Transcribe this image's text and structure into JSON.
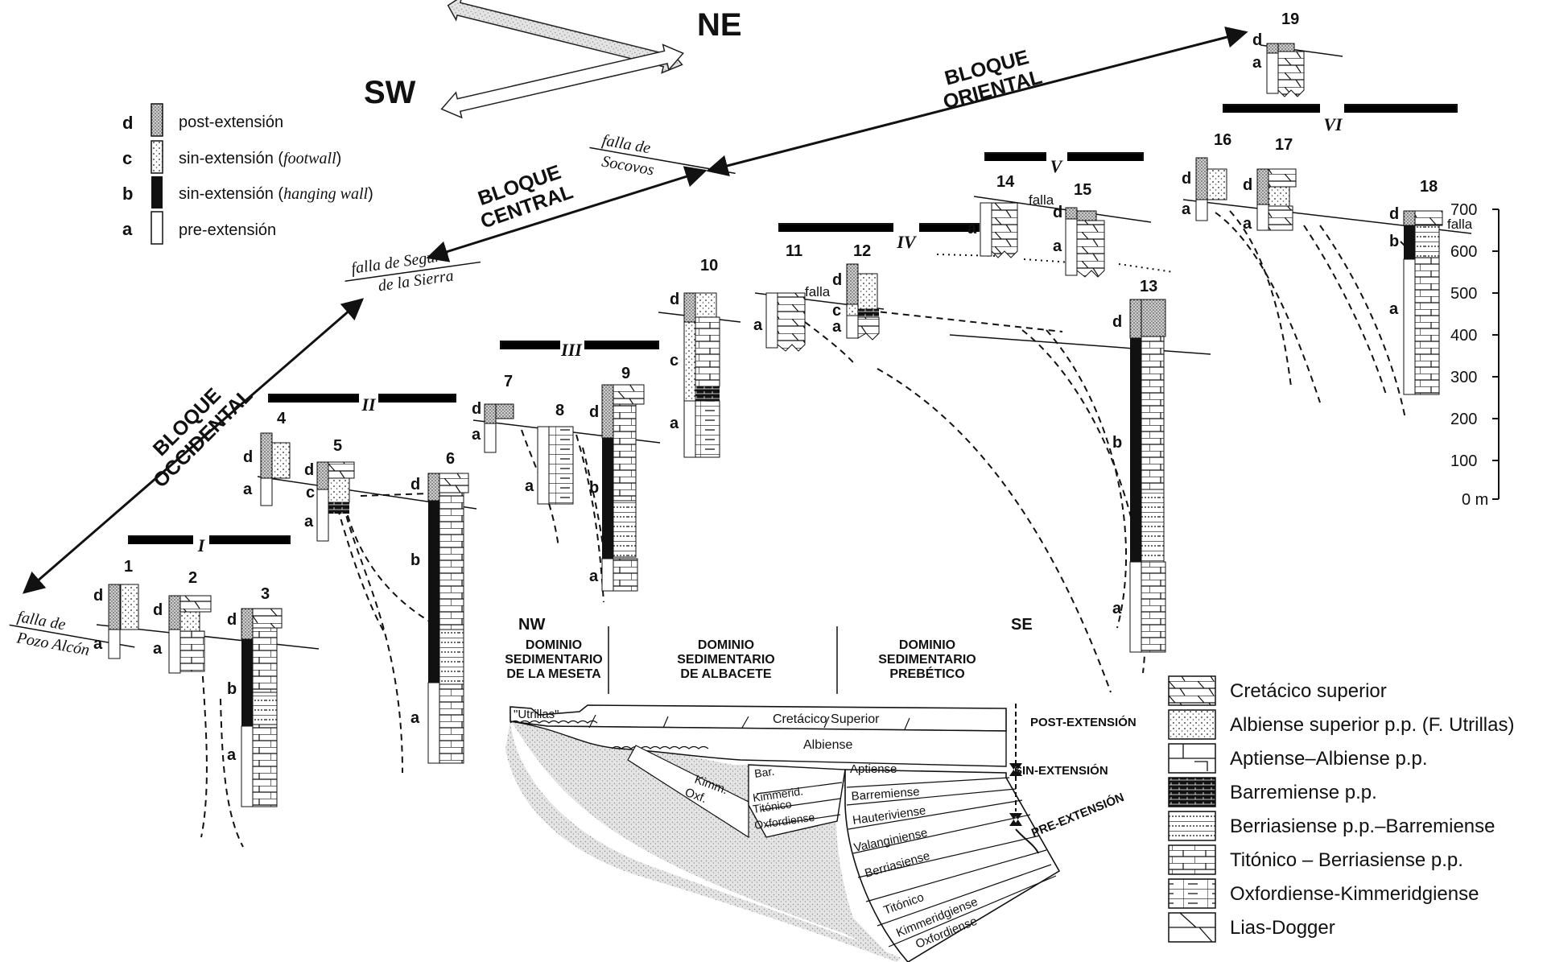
{
  "compass": {
    "ne": "NE",
    "sw": "SW"
  },
  "intervals": [
    {
      "letter": "d",
      "label": "post-extensión",
      "extra": ""
    },
    {
      "letter": "c",
      "label": "sin-extensión (",
      "extra": "footwall"
    },
    {
      "letter": "b",
      "label": "sin-extensión (",
      "extra": "hanging wall"
    },
    {
      "letter": "a",
      "label": "pre-extensión",
      "extra": ""
    }
  ],
  "close_paren": ")",
  "blocks": {
    "occidental": [
      "BLOQUE",
      "OCCIDENTAL"
    ],
    "central": [
      "BLOQUE",
      "CENTRAL"
    ],
    "oriental": [
      "BLOQUE",
      "ORIENTAL"
    ]
  },
  "faults": {
    "pozo": [
      "falla de",
      "Pozo Alcón"
    ],
    "segura": [
      "falla de Segura",
      "de la Sierra"
    ],
    "socovos": [
      "falla de",
      "Socovos"
    ],
    "falla": "falla"
  },
  "groups": [
    "I",
    "II",
    "III",
    "IV",
    "V",
    "VI"
  ],
  "column_numbers": [
    "1",
    "2",
    "3",
    "4",
    "5",
    "6",
    "7",
    "8",
    "9",
    "10",
    "11",
    "12",
    "13",
    "14",
    "15",
    "16",
    "17",
    "18",
    "19"
  ],
  "scale": {
    "ticks": [
      "700",
      "600",
      "500",
      "400",
      "300",
      "200",
      "100",
      "0 m"
    ]
  },
  "section": {
    "nw": "NW",
    "se": "SE",
    "domains": [
      [
        "DOMINIO",
        "SEDIMENTARIO",
        "DE LA MESETA"
      ],
      [
        "DOMINIO",
        "SEDIMENTARIO",
        "DE ALBACETE"
      ],
      [
        "DOMINIO",
        "SEDIMENTARIO",
        "PREBÉTICO"
      ]
    ],
    "units": {
      "utrillas": "\"Utrillas\"",
      "cretacico": "Cretácico Superior",
      "albiense": "Albiense",
      "aptiense": "Aptiense",
      "barremiense": "Barremiense",
      "hauteriviense": "Hauteriviense",
      "valanginiense": "Valanginiense",
      "berriasiense": "Berriasiense",
      "titonico": "Titónico",
      "kimmeridgiense": "Kimmeridgiense",
      "oxfordiense": "Oxfordiense",
      "kimm": "Kimm.",
      "oxf": "Oxf.",
      "bar": "Bar.",
      "kimmerid": "Kimmerid.",
      "titonico2": "Titónico",
      "oxfordiense2": "Oxfordiense"
    },
    "phases": [
      "POST-EXTENSIÓN",
      "SIN-EXTENSIÓN",
      "PRE-EXTENSIÓN"
    ]
  },
  "legend": [
    "Cretácico superior",
    "Albiense superior p.p. (F. Utrillas)",
    "Aptiense–Albiense p.p.",
    "Barremiense p.p.",
    "Berriasiense p.p.–Barremiense",
    "Titónico – Berriasiense p.p.",
    "Oxfordiense-Kimmeridgiense",
    "Lias-Dogger"
  ]
}
